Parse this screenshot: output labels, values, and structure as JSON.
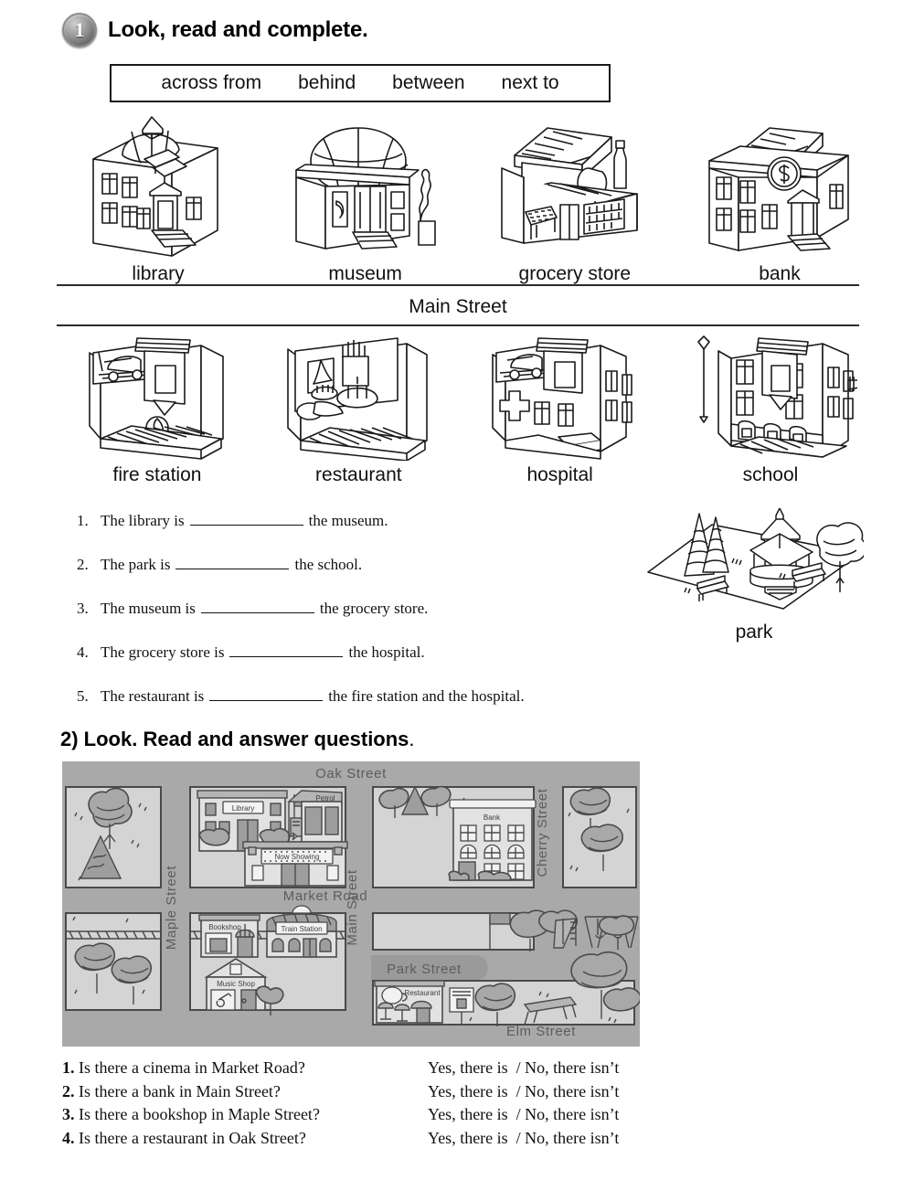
{
  "exercise1": {
    "badge": "1",
    "title": "Look, read and complete.",
    "wordbank": [
      "across from",
      "behind",
      "between",
      "next to"
    ],
    "street_label": "Main Street",
    "row_top": [
      {
        "label": "library",
        "icon": "library-building-icon"
      },
      {
        "label": "museum",
        "icon": "museum-building-icon"
      },
      {
        "label": "grocery store",
        "icon": "grocery-store-building-icon"
      },
      {
        "label": "bank",
        "icon": "bank-building-icon"
      }
    ],
    "row_bottom": [
      {
        "label": "fire station",
        "icon": "fire-station-building-icon"
      },
      {
        "label": "restaurant",
        "icon": "restaurant-building-icon"
      },
      {
        "label": "hospital",
        "icon": "hospital-building-icon"
      },
      {
        "label": "school",
        "icon": "school-building-icon"
      }
    ],
    "park": {
      "label": "park",
      "icon": "park-illustration-icon"
    },
    "sentences": [
      {
        "num": "1.",
        "before": "The library is",
        "after": "the museum."
      },
      {
        "num": "2.",
        "before": "The park is",
        "after": "the school."
      },
      {
        "num": "3.",
        "before": "The museum is",
        "after": "the grocery store."
      },
      {
        "num": "4.",
        "before": "The grocery store is",
        "after": "the hospital."
      },
      {
        "num": "5.",
        "before": "The restaurant is",
        "after": "the fire station and the hospital."
      }
    ]
  },
  "exercise2": {
    "title": "2) Look. Read and answer questions",
    "title_period": ".",
    "map": {
      "streets": {
        "oak": "Oak Street",
        "market": "Market Road",
        "maple": "Maple Street",
        "main": "Main Street",
        "cherry": "Cherry Street",
        "park": "Park Street",
        "elm": "Elm Street"
      },
      "signs": {
        "library": "Library",
        "petrol": "Petrol",
        "cinema": "Now Showing",
        "bank": "Bank",
        "bookshop": "Bookshop",
        "train_station": "Train Station",
        "music_shop": "Music Shop",
        "restaurant": "Restaurant"
      }
    },
    "questions": [
      {
        "num": "1.",
        "text": "Is there a cinema in Market Road?",
        "answer": "Yes, there is  / No, there isn’t"
      },
      {
        "num": "2.",
        "text": "Is there a bank in Main Street?",
        "answer": "Yes, there is  / No, there isn’t"
      },
      {
        "num": "3.",
        "text": "Is there a bookshop in Maple Street?",
        "answer": "Yes, there is  / No, there isn’t"
      },
      {
        "num": "4.",
        "text": "Is there a restaurant in Oak Street?",
        "answer": "Yes, there is  / No, there isn’t"
      }
    ]
  },
  "colors": {
    "map_background": "#a9a9a9",
    "map_block": "#d2d2d2",
    "map_ink": "#3a3a3a",
    "ink": "#111111"
  }
}
